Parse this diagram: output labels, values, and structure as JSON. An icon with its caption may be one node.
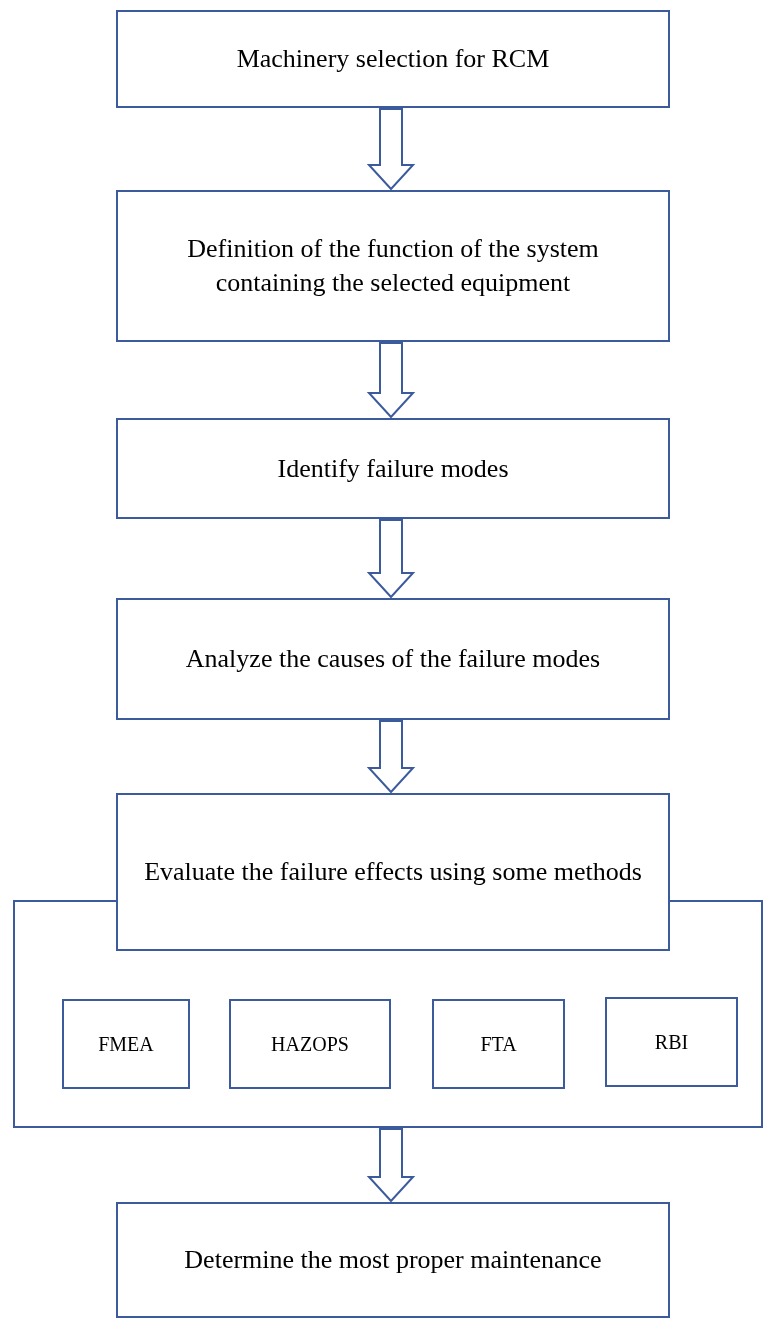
{
  "diagram": {
    "nodes": [
      {
        "text": [
          "Machinery selection for RCM"
        ]
      },
      {
        "text": [
          "Definition of the function of the system containing the selected equipment"
        ]
      },
      {
        "text": [
          "Identify failure modes"
        ]
      },
      {
        "text": [
          "Analyze the causes of the failure modes"
        ]
      },
      {
        "text": [
          "Evaluate the failure effects using some methods"
        ]
      },
      {
        "text": [],
        "shape": "box"
      },
      {
        "text": [
          "FMEA"
        ],
        "in": 5
      },
      {
        "text": [
          "HAZOPS"
        ],
        "in": 5
      },
      {
        "text": [
          "FTA"
        ],
        "in": 5
      },
      {
        "text": [
          "RBI"
        ],
        "in": 5
      },
      {
        "text": [
          "Determine the most proper maintenance"
        ]
      }
    ],
    "edges": [
      {
        "from": 0,
        "to": 1,
        "arrow": "to"
      },
      {
        "from": 1,
        "to": 2,
        "arrow": "to"
      },
      {
        "from": 2,
        "to": 3,
        "arrow": "to"
      },
      {
        "from": 3,
        "to": 4,
        "arrow": "to"
      },
      {
        "from": 5,
        "to": 10,
        "arrow": "to"
      }
    ]
  }
}
